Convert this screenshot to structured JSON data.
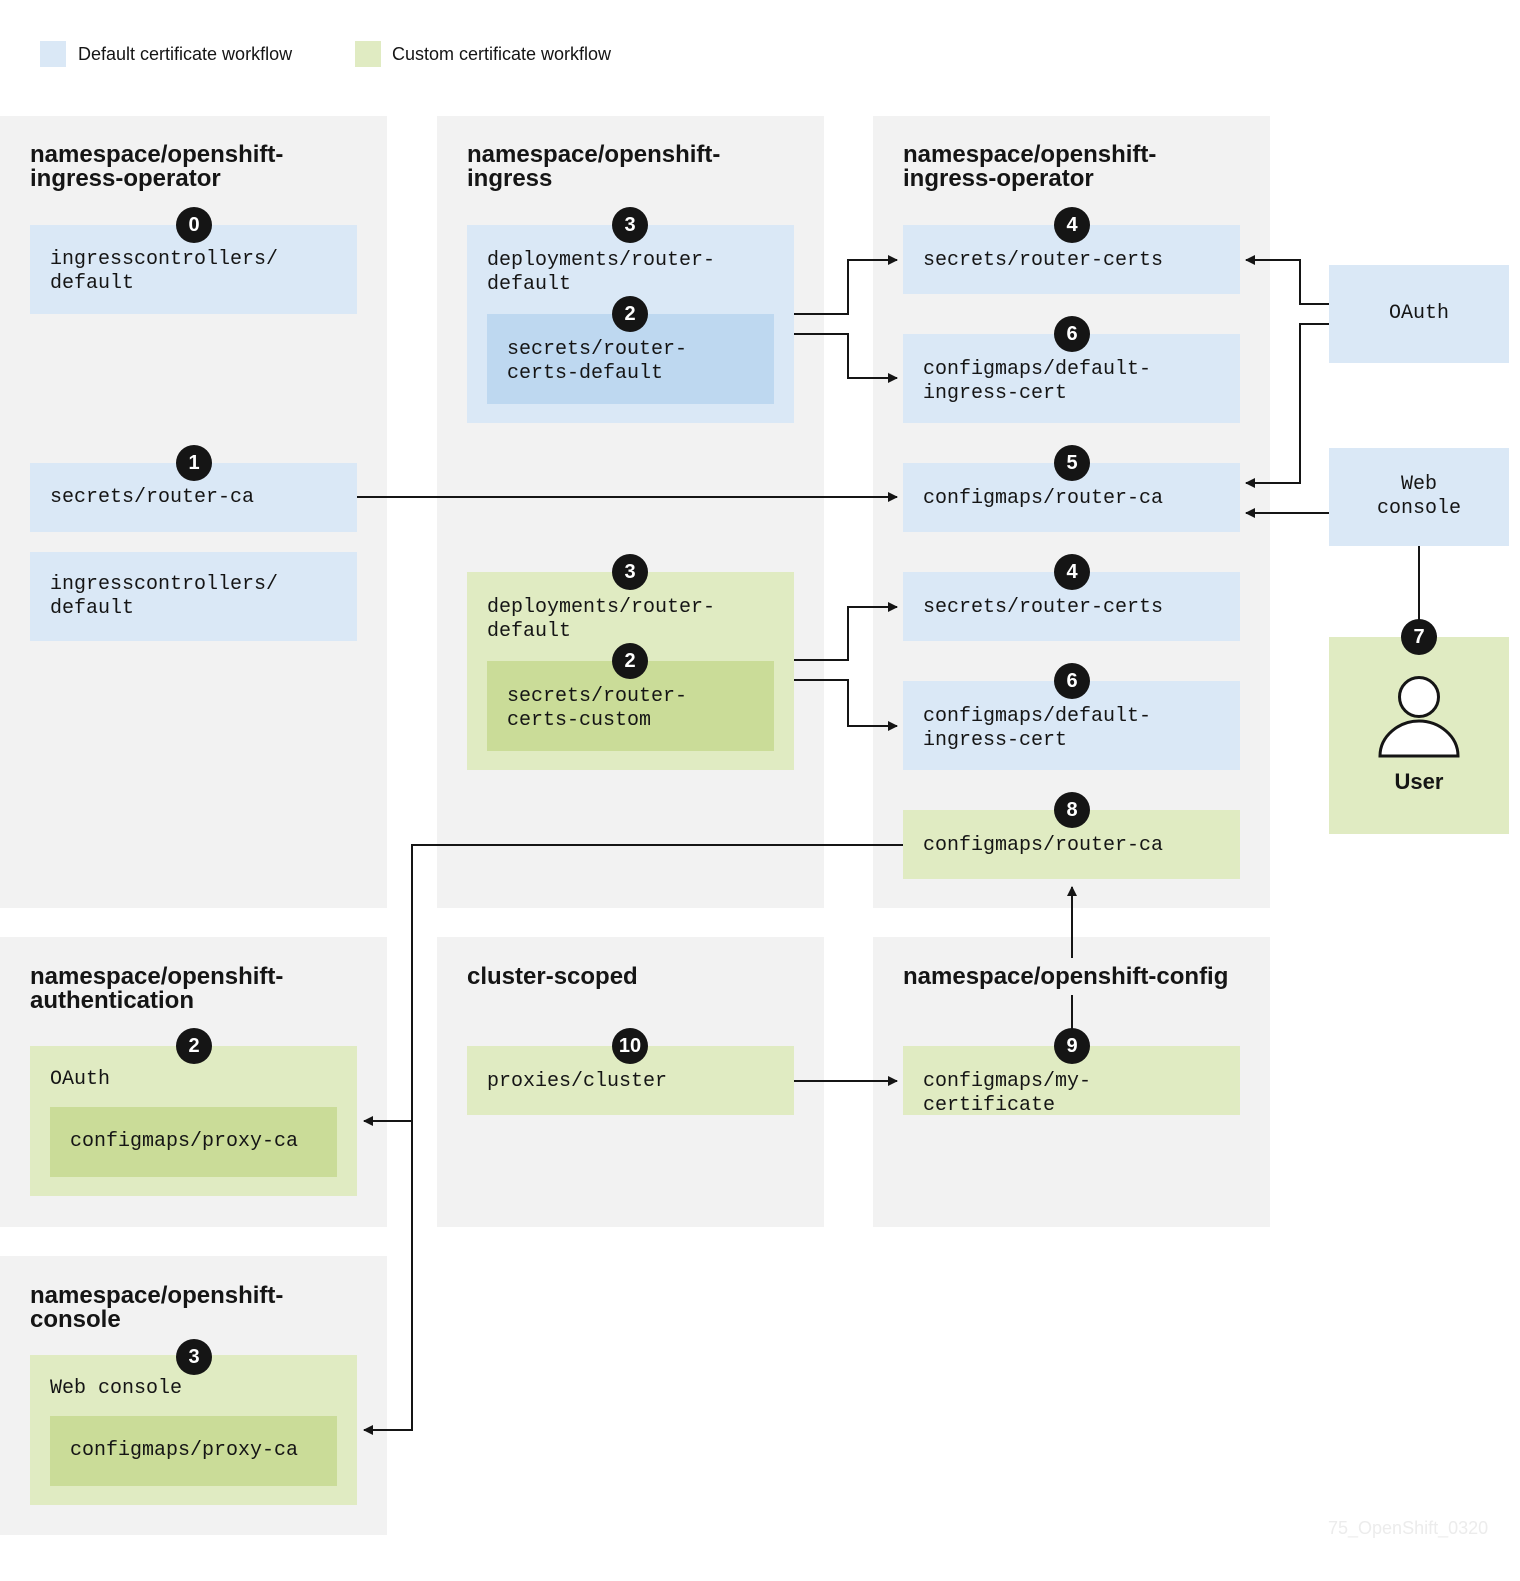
{
  "legend": [
    {
      "label": "Default certificate workflow",
      "color": "#dae8f6"
    },
    {
      "label": "Custom certificate workflow",
      "color": "#e0ebc2"
    }
  ],
  "namespaces": {
    "ingress_operator_left": "namespace/openshift-\ningress-operator",
    "ingress": "namespace/openshift-\ningress",
    "ingress_operator_right": "namespace/openshift-\ningress-operator",
    "authentication": "namespace/openshift-\nauthentication",
    "cluster_scoped": "cluster-scoped",
    "config": "namespace/openshift-config",
    "console": "namespace/openshift-\nconsole"
  },
  "boxes": {
    "ingresscontrollers_default_1": "ingresscontrollers/\ndefault",
    "secrets_router_ca": "secrets/router-ca",
    "ingresscontrollers_default_2": "ingresscontrollers/\ndefault",
    "deployments_router_default_1": "deployments/router-\ndefault",
    "secrets_router_certs_default": "secrets/router-\ncerts-default",
    "deployments_router_default_2": "deployments/router-\ndefault",
    "secrets_router_certs_custom": "secrets/router-\ncerts-custom",
    "secrets_router_certs_1": "secrets/router-certs",
    "configmaps_default_ingress_cert_1": "configmaps/default-\ningress-cert",
    "configmaps_router_ca_1": "configmaps/router-ca",
    "secrets_router_certs_2": "secrets/router-certs",
    "configmaps_default_ingress_cert_2": "configmaps/default-\ningress-cert",
    "configmaps_router_ca_2": "configmaps/router-ca",
    "oauth_external": "OAuth",
    "web_console_external": "Web\nconsole",
    "user": "User",
    "oauth_auth": "OAuth",
    "configmaps_proxy_ca_1": "configmaps/proxy-ca",
    "proxies_cluster": "proxies/cluster",
    "configmaps_my_certificate": "configmaps/my-certificate",
    "web_console_console": "Web console",
    "configmaps_proxy_ca_2": "configmaps/proxy-ca"
  },
  "badges": {
    "b0": "0",
    "b1": "1",
    "b3a": "3",
    "b2a": "2",
    "b3b": "3",
    "b2b": "2",
    "b4a": "4",
    "b6a": "6",
    "b5": "5",
    "b4b": "4",
    "b6b": "6",
    "b8": "8",
    "b7": "7",
    "b2c": "2",
    "b10": "10",
    "b9": "9",
    "b3c": "3"
  },
  "watermark": "75_OpenShift_0320"
}
